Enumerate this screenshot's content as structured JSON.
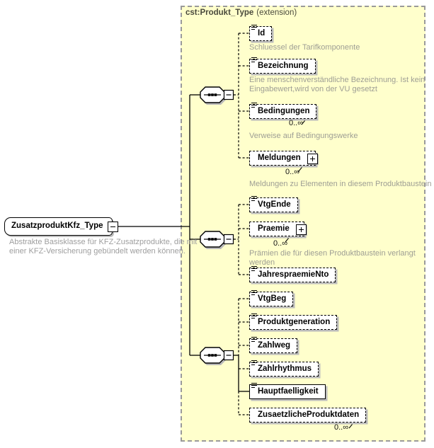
{
  "root_element": {
    "label": "ZusatzproduktKfz_Type",
    "annotation": "Abstrakte Basisklasse für KFZ-Zusatzprodukte, die mit\neiner KFZ-Versicherung gebündelt werden können."
  },
  "extension": {
    "title": "cst:Produkt_Type",
    "title_suffix": "(extension)",
    "groups": [
      {
        "compositor": "sequence",
        "children": [
          {
            "label": "Id",
            "annotation": "Schluessel der Tarifkomponente"
          },
          {
            "label": "Bezeichnung",
            "annotation": "Eine menschenverständliche Bezeichnung. Ist kein\nEingabewert,wird von der VU gesetzt"
          },
          {
            "label": "Bedingungen",
            "cardinality": "0..∞",
            "annotation": "Verweise auf Bedingungswerke"
          },
          {
            "label": "Meldungen",
            "cardinality": "0..∞",
            "annotation": "Meldungen zu Elementen in diesem Produktbaustein"
          }
        ]
      },
      {
        "compositor": "sequence",
        "children": [
          {
            "label": "VtgEnde"
          },
          {
            "label": "Praemie",
            "cardinality": "0..∞",
            "annotation": "Prämien die für diesen Produktbaustein verlangt werden"
          },
          {
            "label": "JahrespraemieNto"
          }
        ]
      },
      {
        "compositor": "sequence",
        "children": [
          {
            "label": "VtgBeg"
          },
          {
            "label": "Produktgeneration"
          },
          {
            "label": "Zahlweg"
          },
          {
            "label": "Zahlrhythmus"
          },
          {
            "label": "Hauptfaelligkeit",
            "required": true
          },
          {
            "label": "ZusaetzlicheProduktdaten",
            "cardinality": "0..∞"
          }
        ]
      }
    ]
  },
  "colors": {
    "panel_bg": "#ffffcc",
    "panel_border": "#9a9a9a",
    "box_shadow": "#bcbcbc",
    "annotation_text": "#9e9e94"
  }
}
